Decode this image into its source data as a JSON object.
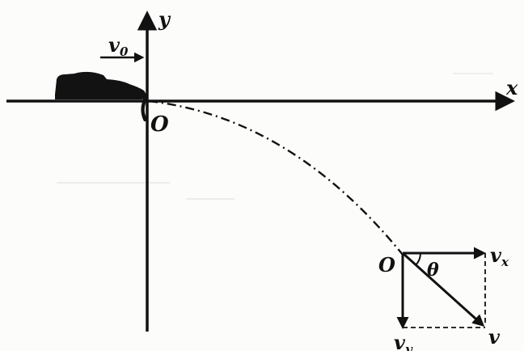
{
  "diagram": {
    "axes": {
      "x_label": "x",
      "y_label": "y",
      "origin_label": "O"
    },
    "initial_velocity_label": "v",
    "initial_velocity_subscript": "0",
    "object_icon": "car-silhouette-icon",
    "trajectory_style": "dash-dot",
    "velocity_decomposition": {
      "point_label": "O",
      "angle_label": "θ",
      "horizontal_component_label": "v",
      "horizontal_component_subscript": "x",
      "vertical_component_label": "v",
      "vertical_component_subscript": "y",
      "resultant_label": "v"
    }
  },
  "colors": {
    "ink": "#111111",
    "paper": "#fcfcfb"
  }
}
